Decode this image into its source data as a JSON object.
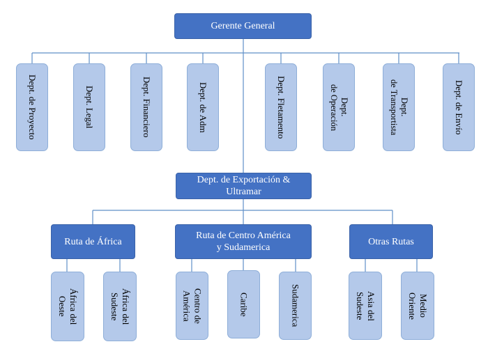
{
  "top": "Gerente General",
  "departments": [
    "Dept. de Proyecto",
    "Dept. Legal",
    "Dept. Financiero",
    "Dept. de Adm",
    "Dept. Fletamento",
    "Dept.\nde Operación",
    "Dept.\nde Transportista",
    "Dept. de Envío"
  ],
  "export": "Dept. de Exportación &\nUltramar",
  "routes": [
    {
      "name": "Ruta de África",
      "children": [
        "África del\nOeste",
        "África del\nSudeste"
      ]
    },
    {
      "name": "Ruta de Centro América\ny Sudamerica",
      "children": [
        "Centro de\nAmérica",
        "Caribe",
        "Sudamerica"
      ]
    },
    {
      "name": "Otras Rutas",
      "children": [
        "Asia del\nSudeste",
        "Medio\nOriente"
      ]
    }
  ]
}
